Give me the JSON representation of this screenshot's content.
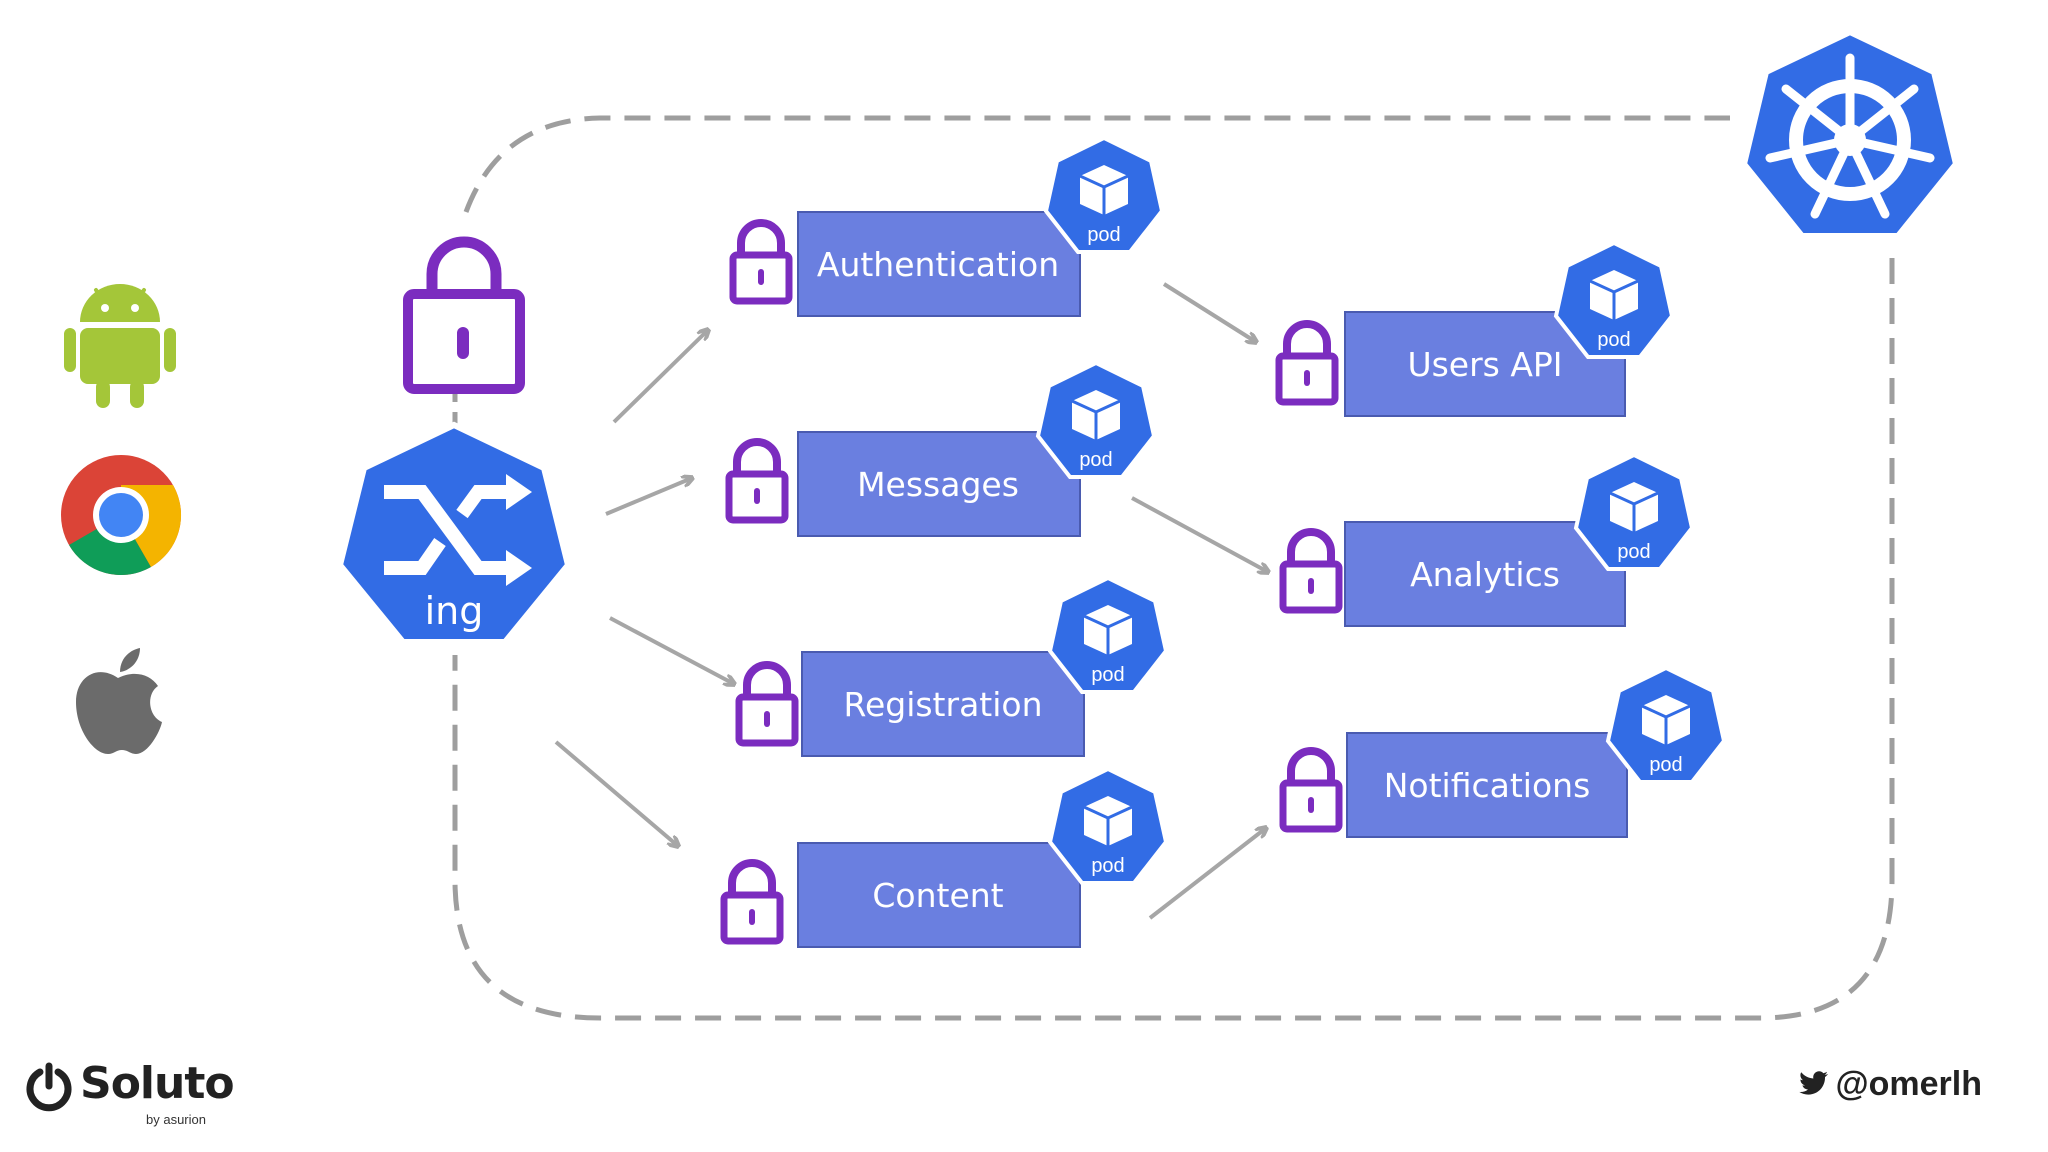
{
  "ingress": {
    "label": "ing",
    "icon": "ingress-shuffle-icon"
  },
  "cluster": {
    "icon": "kubernetes-helm-icon"
  },
  "clients": [
    {
      "name": "android",
      "icon": "android-icon"
    },
    {
      "name": "chrome",
      "icon": "chrome-icon"
    },
    {
      "name": "apple",
      "icon": "apple-icon"
    }
  ],
  "services": [
    {
      "id": "authentication",
      "label": "Authentication",
      "pod_label": "pod"
    },
    {
      "id": "messages",
      "label": "Messages",
      "pod_label": "pod"
    },
    {
      "id": "registration",
      "label": "Registration",
      "pod_label": "pod"
    },
    {
      "id": "content",
      "label": "Content",
      "pod_label": "pod"
    },
    {
      "id": "users-api",
      "label": "Users API",
      "pod_label": "pod"
    },
    {
      "id": "analytics",
      "label": "Analytics",
      "pod_label": "pod"
    },
    {
      "id": "notifications",
      "label": "Notifications",
      "pod_label": "pod"
    }
  ],
  "connections": [
    {
      "from": "ingress",
      "to": "authentication"
    },
    {
      "from": "ingress",
      "to": "messages"
    },
    {
      "from": "ingress",
      "to": "registration"
    },
    {
      "from": "ingress",
      "to": "content"
    },
    {
      "from": "authentication",
      "to": "users-api"
    },
    {
      "from": "messages",
      "to": "analytics"
    },
    {
      "from": "content",
      "to": "notifications"
    }
  ],
  "footer": {
    "brand": "Soluto",
    "brand_sub": "by asurion",
    "twitter_handle": "@omerlh"
  },
  "colors": {
    "service_box": "#6A7FE0",
    "service_border": "#4A5BB0",
    "k8s_blue": "#326CE5",
    "lock_purple": "#7B2CBF",
    "arrow_gray": "#A6A6A6",
    "dash_gray": "#9E9E9E"
  }
}
